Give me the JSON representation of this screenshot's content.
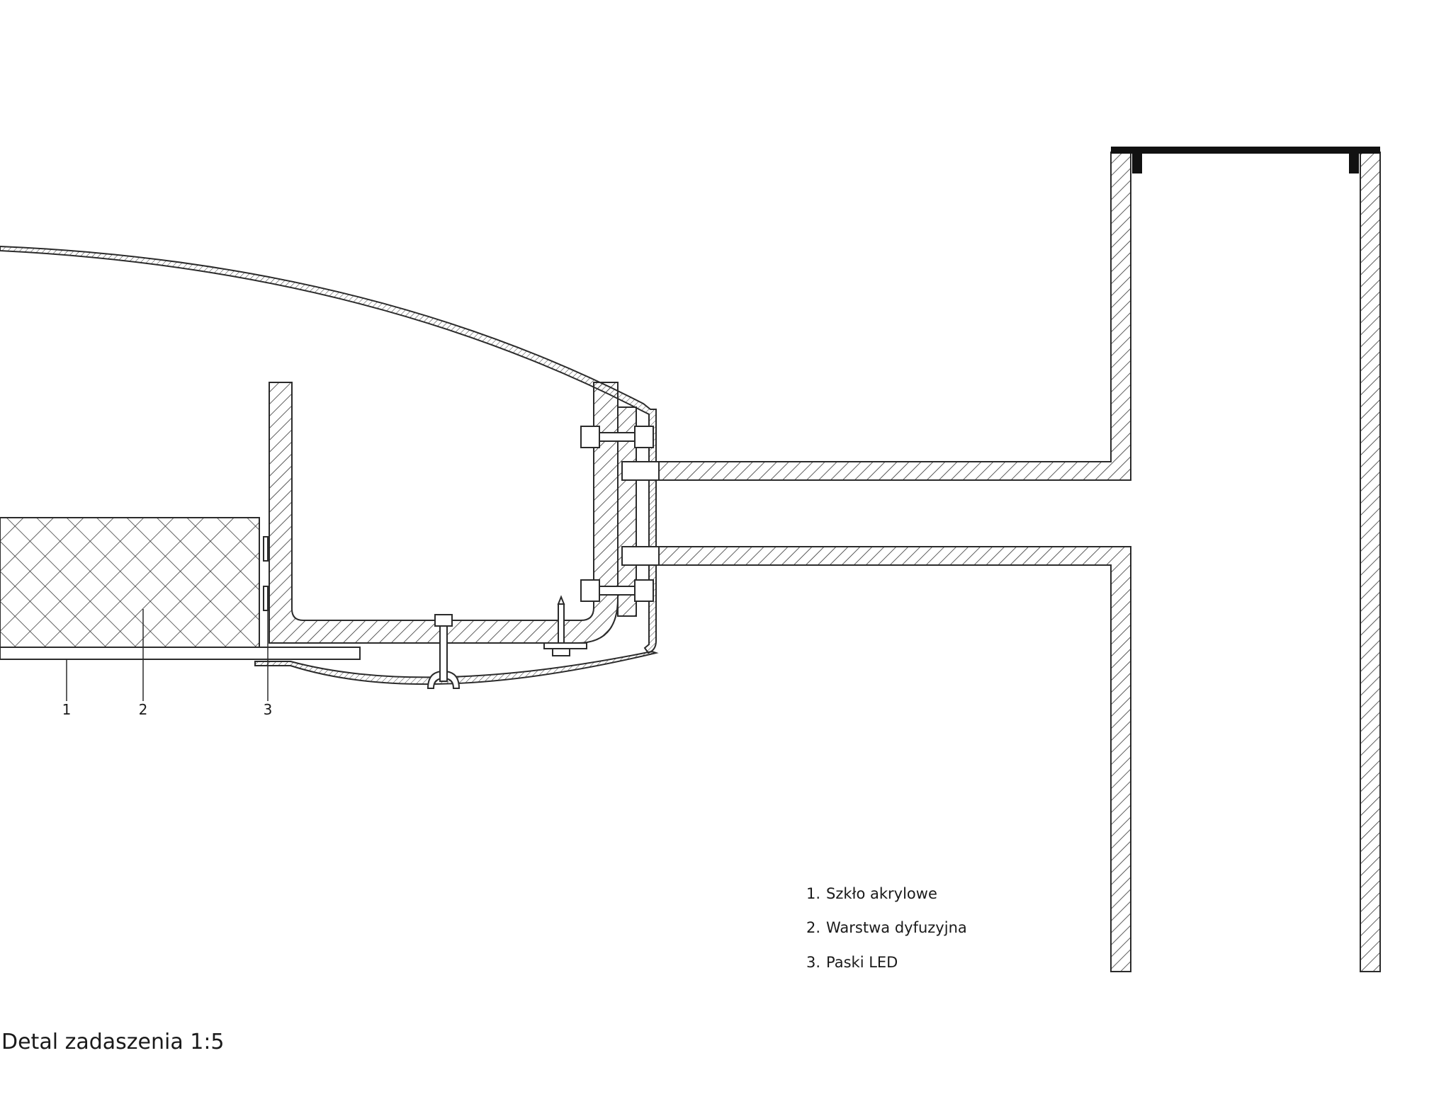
{
  "callouts": [
    "1",
    "2",
    "3"
  ],
  "legend": [
    {
      "num": "1.",
      "label": "Szkło akrylowe"
    },
    {
      "num": "2.",
      "label": "Warstwa dyfuzyjna"
    },
    {
      "num": "3.",
      "label": "Paski LED"
    }
  ],
  "caption": "Detal zadaszenia 1:5",
  "colors": {
    "line": "#2b2b2b",
    "fill": "#ffffff",
    "solid": "#111111"
  }
}
